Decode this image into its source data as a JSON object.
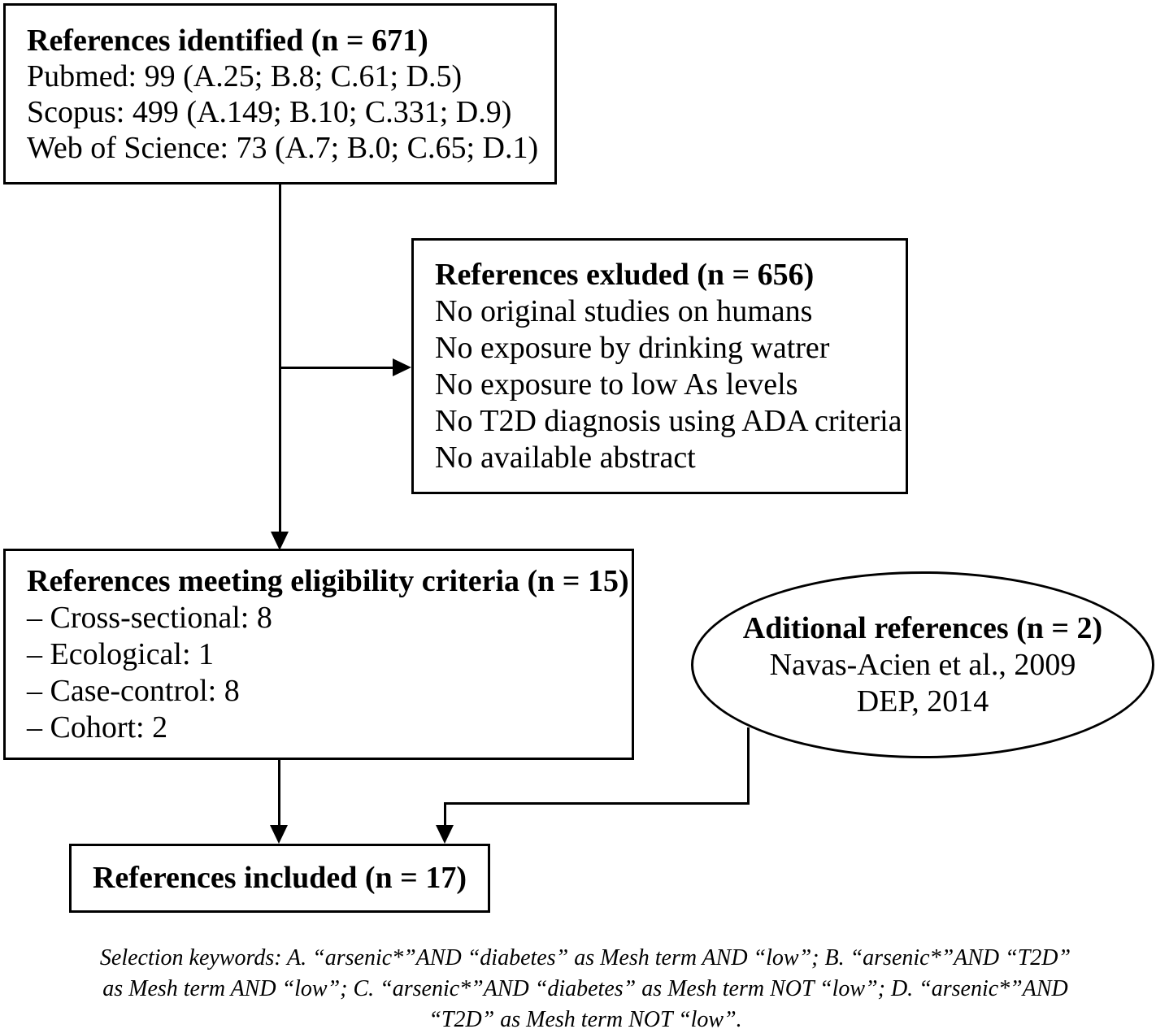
{
  "figure": {
    "background": "#ffffff",
    "stroke_color": "#000000",
    "text_color": "#000000"
  },
  "boxes": {
    "identified": {
      "title": "References identified (n = 671)",
      "lines": [
        "Pubmed: 99 (A.25; B.8; C.61; D.5)",
        "Scopus: 499 (A.149; B.10; C.331; D.9)",
        "Web of Science: 73 (A.7; B.0; C.65; D.1)"
      ]
    },
    "excluded": {
      "title": "References exluded (n = 656)",
      "lines": [
        "No original studies on humans",
        "No exposure by drinking watrer",
        "No exposure to low As levels",
        "No T2D diagnosis using ADA criteria",
        "No available abstract"
      ]
    },
    "eligible": {
      "title": "References meeting eligibility criteria (n = 15)",
      "lines": [
        "– Cross-sectional: 8",
        "– Ecological: 1",
        "– Case-control: 8",
        "– Cohort: 2"
      ]
    },
    "additional": {
      "title": "Aditional references (n = 2)",
      "lines": [
        "Navas-Acien et al., 2009",
        "DEP, 2014"
      ]
    },
    "included": {
      "title": "References included (n = 17)"
    }
  },
  "caption": {
    "lines": [
      "Selection keywords: A. “arsenic*”AND “diabetes” as Mesh term AND “low”; B. “arsenic*”AND “T2D”",
      "as Mesh term AND “low”; C. “arsenic*”AND “diabetes” as Mesh term NOT “low”; D. “arsenic*”AND",
      "“T2D” as Mesh term NOT “low”."
    ]
  }
}
